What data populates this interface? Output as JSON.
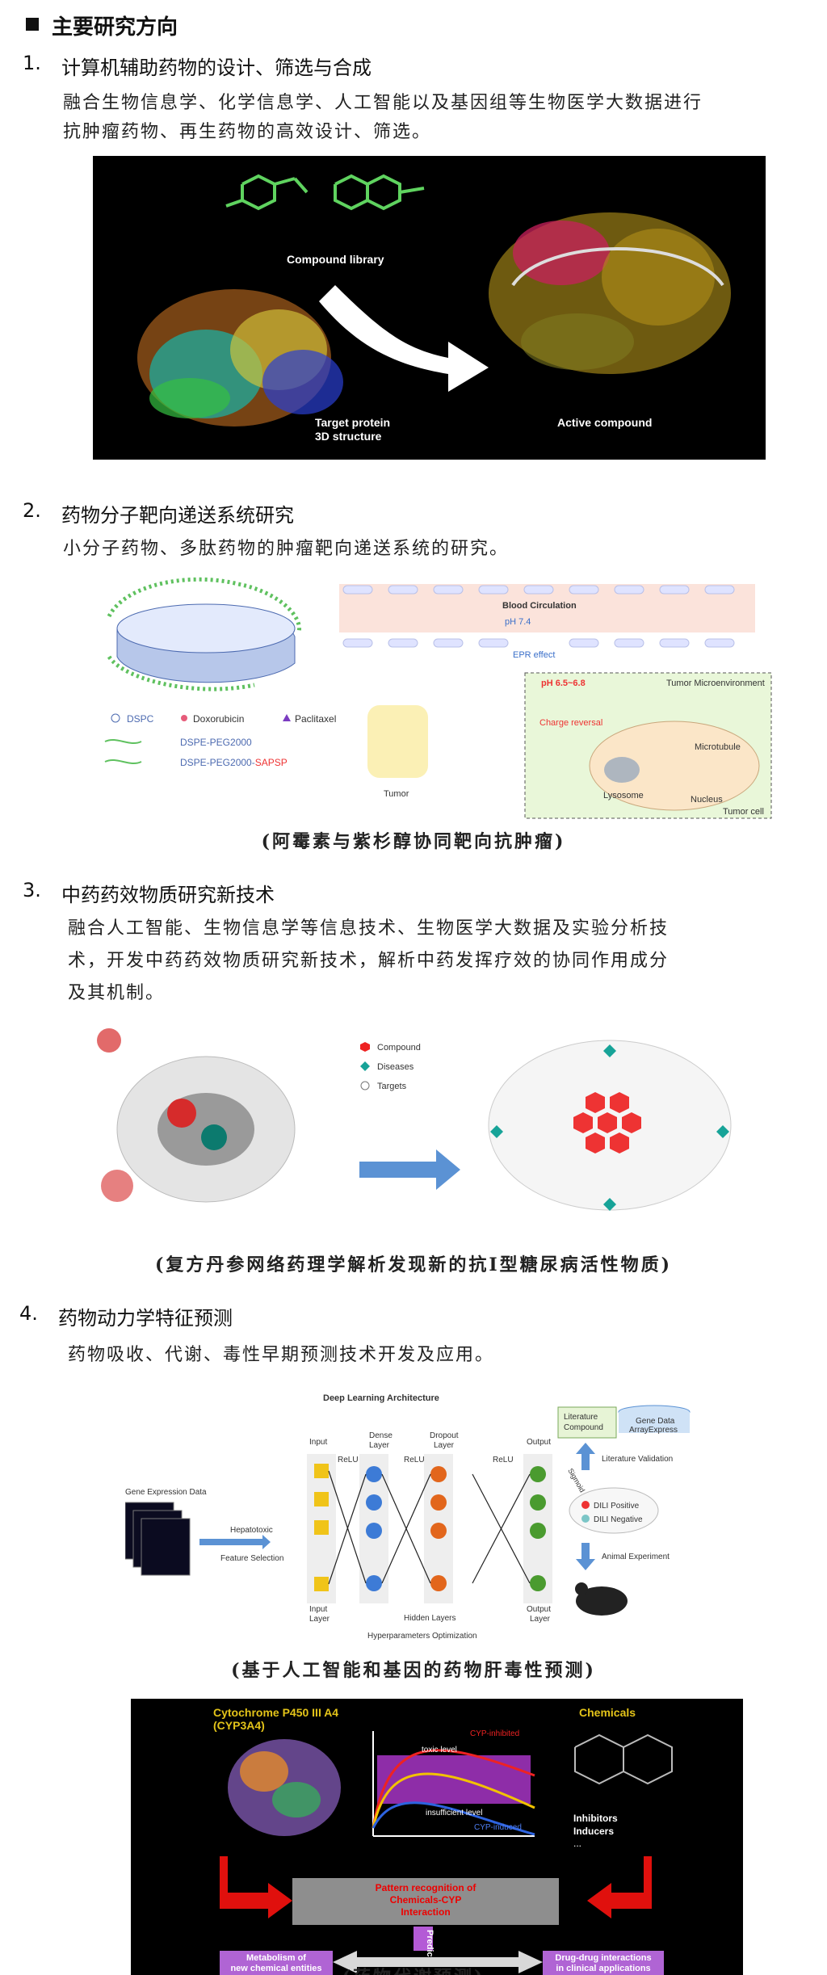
{
  "section_title": "主要研究方向",
  "items": [
    {
      "num": "1.",
      "title": "计算机辅助药物的设计、筛选与合成",
      "desc_lines": [
        "融合生物信息学、化学信息学、人工智能以及基因组等生物医学大数据进行",
        "抗肿瘤药物、再生药物的高效设计、筛选。"
      ],
      "figure": {
        "compound_library": "Compound library",
        "target_protein_1": "Target protein",
        "target_protein_2": "3D structure",
        "active_compound": "Active compound"
      }
    },
    {
      "num": "2.",
      "title": "药物分子靶向递送系统研究",
      "desc_lines": [
        "小分子药物、多肽药物的肿瘤靶向递送系统的研究。"
      ],
      "figure": {
        "blood_circulation": "Blood Circulation",
        "ph74": "pH 7.4",
        "epr": "EPR effect",
        "tumor": "Tumor",
        "ph_range": "pH 6.5~6.8",
        "tumor_micro": "Tumor Microenvironment",
        "charge_reversal": "Charge reversal",
        "microtubule": "Microtubule",
        "lysosome": "Lysosome",
        "nucleus": "Nucleus",
        "tumor_cell": "Tumor cell",
        "legend_dspc": "DSPC",
        "legend_dox": "Doxorubicin",
        "legend_pac": "Paclitaxel",
        "legend_peg": "DSPE-PEG2000",
        "legend_peg2": "DSPE-PEG2000-",
        "legend_sapsp": "SAPSP"
      },
      "caption": "(阿霉素与紫杉醇协同靶向抗肿瘤)"
    },
    {
      "num": "3.",
      "title": "中药药效物质研究新技术",
      "desc_lines": [
        "融合人工智能、生物信息学等信息技术、生物医学大数据及实验分析技",
        "术，开发中药药效物质研究新技术，解析中药发挥疗效的协同作用成分",
        "及其机制。"
      ],
      "figure": {
        "legend_compound": "Compound",
        "legend_diseases": "Diseases",
        "legend_targets": "Targets"
      },
      "caption": "(复方丹参网络药理学解析发现新的抗Ⅰ型糖尿病活性物质)"
    },
    {
      "num": "4.",
      "title": "药物动力学特征预测",
      "desc_lines": [
        "药物吸收、代谢、毒性早期预测技术开发及应用。"
      ],
      "figure": {
        "deep_learning": "Deep Learning Architecture",
        "input": "Input",
        "dense": "Dense",
        "dense2": "Layer",
        "dropout": "Dropout",
        "dropout2": "Layer",
        "output": "Output",
        "relu": "ReLU",
        "sigmoid": "Sigmoid",
        "gene_expr": "Gene Expression Data",
        "hepatotoxic": "Hepatotoxic",
        "feature_sel": "Feature Selection",
        "input_layer": "Input",
        "input_layer2": "Layer",
        "hidden_layers": "Hidden Layers",
        "output_layer": "Output",
        "output_layer2": "Layer",
        "hyper": "Hyperparameters Optimization",
        "literature": "Literature",
        "compound": "Compound",
        "gene_data": "Gene Data",
        "arrayexpress": "ArrayExpress",
        "lit_val": "Literature Validation",
        "dili_pos": "DILI Positive",
        "dili_neg": "DILI Negative",
        "animal": "Animal Experiment"
      },
      "caption": "(基于人工智能和基因的药物肝毒性预测)",
      "figure2": {
        "cyp_title": "Cytochrome P450 III A4",
        "cyp_sub": "(CYP3A4)",
        "chemicals": "Chemicals",
        "toxic": "toxic level",
        "insufficient": "insufficient level",
        "cyp_inhibited": "CYP-inhibited",
        "cyp_induced": "CYP-induced",
        "inhibitors": "Inhibitors",
        "inducers": "Inducers",
        "ellipsis": "...",
        "pattern1": "Pattern recognition of",
        "pattern2": "Chemicals-CYP",
        "pattern3": "Interaction",
        "predict": "Predict",
        "metab1": "Metabolism of",
        "metab2": "new chemical entities",
        "ddi1": "Drug-drug interactions",
        "ddi2": "in clinical applications"
      },
      "caption2": "(药物代谢预测)"
    }
  ],
  "colors": {
    "black_panel": "#000000",
    "accent_red": "#ff2a1a",
    "accent_purple": "#a64ddb",
    "accent_blue": "#3d7bd6",
    "accent_orange": "#e2661c",
    "accent_green": "#4a9b2f"
  }
}
